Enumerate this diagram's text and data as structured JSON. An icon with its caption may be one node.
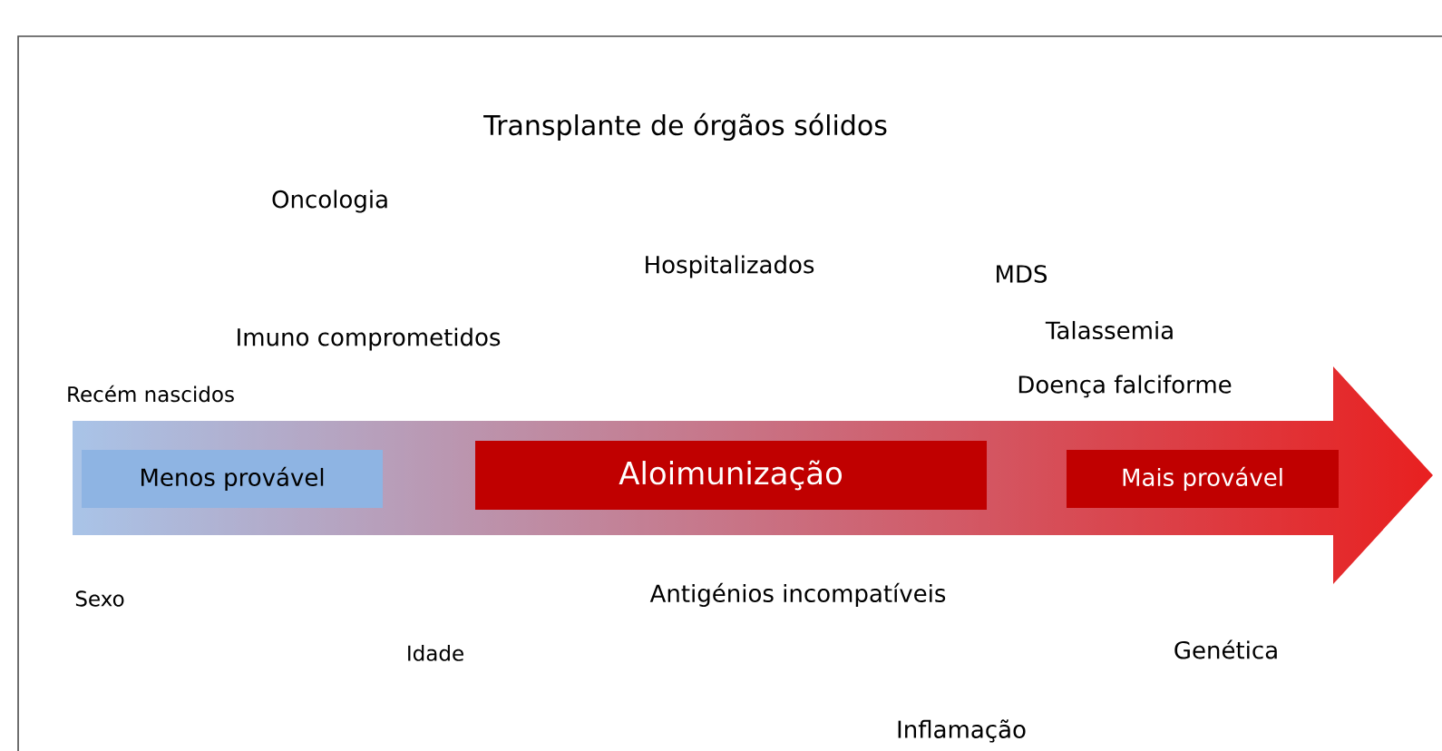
{
  "diagram": {
    "title": "Transplante de órgãos sólidos",
    "nodes": [
      {
        "text": [
          "Menos provável"
        ]
      },
      {
        "text": [
          "Aloimunização"
        ]
      },
      {
        "text": [
          "Mais provável"
        ]
      }
    ],
    "labels": [
      "Oncologia",
      "Hospitalizados",
      "MDS",
      "Imuno comprometidos",
      "Talassemia",
      "Recém nascidos",
      "Doença falciforme",
      "Sexo",
      "Antigénios incompatíveis",
      "Idade",
      "Genética",
      "Inflamação"
    ]
  }
}
